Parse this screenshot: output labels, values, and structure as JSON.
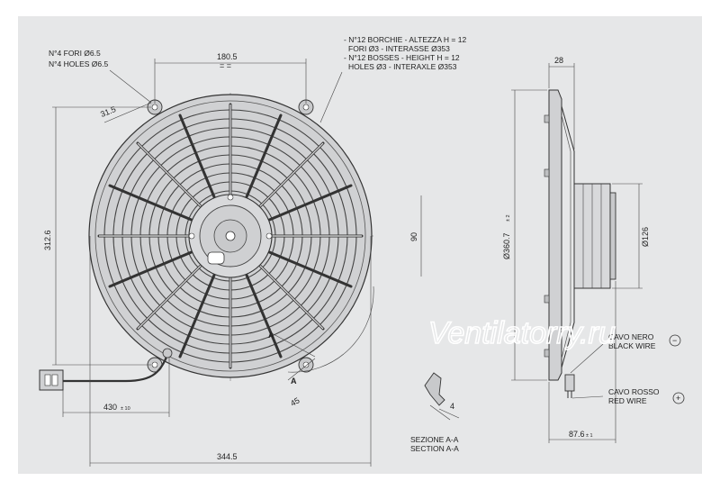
{
  "watermark": "Ventilatorry.ru",
  "notes": {
    "holes_it": "N°4 FORI Ø6.5",
    "holes_en": "N°4 HOLES Ø6.5",
    "bosses_it_1": "- N°12 BORCHIE - ALTEZZA H = 12",
    "bosses_it_2": "FORI Ø3 - INTERASSE Ø353",
    "bosses_en_1": "- N°12 BOSSES - HEIGHT H = 12",
    "bosses_en_2": "HOLES Ø3 - INTERAXLE Ø353"
  },
  "dimensions": {
    "top_width": "180.5",
    "top_width_mark": "= =",
    "hole_offset": "31.5",
    "left_height": "312.6",
    "center_height": "90",
    "wire_length": "430",
    "wire_length_tol": "± 10",
    "bottom_width": "344.5",
    "angle": "45",
    "side_depth": "28",
    "diameter_fan": "Ø360.7",
    "diameter_fan_tol": "± 2",
    "diameter_motor": "Ø126",
    "total_depth": "87.6",
    "total_depth_tol": "± 1",
    "section_gap": "4",
    "section_mark_1": "A",
    "section_mark_2": "A"
  },
  "section": {
    "label_it": "SEZIONE A-A",
    "label_en": "SECTION A-A"
  },
  "wires": {
    "black_it": "CAVO NERO",
    "black_en": "BLACK WIRE",
    "black_symbol": "−",
    "red_it": "CAVO ROSSO",
    "red_en": "RED WIRE",
    "red_symbol": "+"
  }
}
